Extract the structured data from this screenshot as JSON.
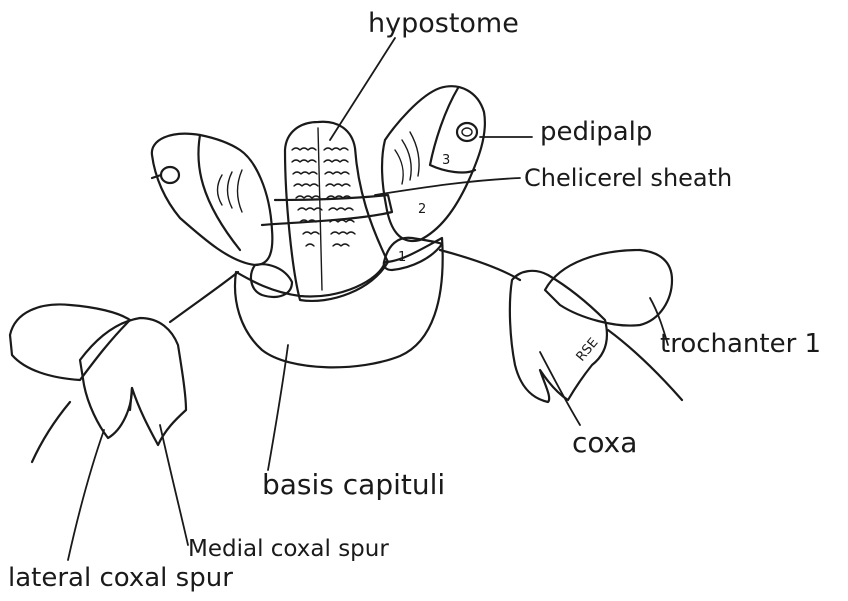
{
  "labels": {
    "hypostome": "hypostome",
    "pedipalp": "pedipalp",
    "chelicerel_sheath": "Chelicerel sheath",
    "trochanter": "trochanter 1",
    "coxa": "coxa",
    "basis_capituli": "basis capituli",
    "medial_coxal_spur": "Medial coxal spur",
    "lateral_coxal_spur": "lateral coxal spur"
  },
  "segment_numbers": {
    "seg1": "1",
    "seg2": "2",
    "seg3": "3"
  },
  "coxa_marking": "RSE"
}
